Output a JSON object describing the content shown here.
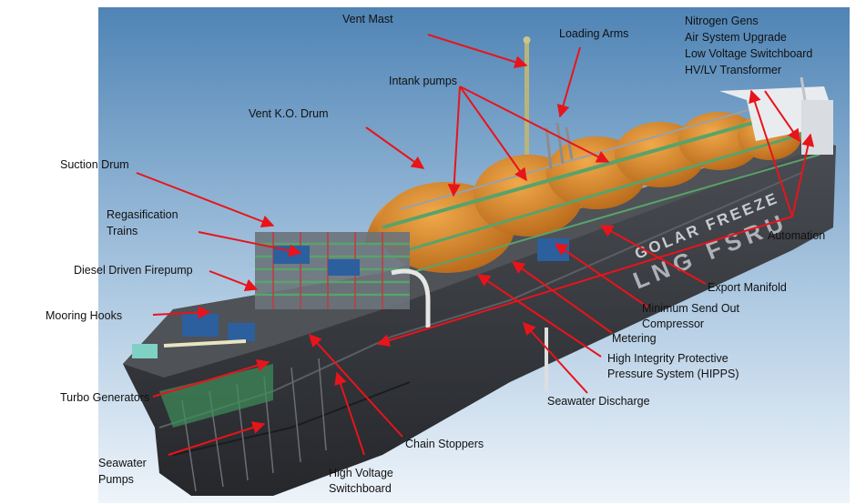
{
  "ship_name": "GOLAR FREEZE",
  "ship_name_2": "LNG FSRU",
  "colors": {
    "arrow": "#e8141b",
    "hull": "#34363b",
    "tanks": "#d9892b",
    "pipework": "#58a36a",
    "sky_top": "#4f84b5",
    "sky_bottom": "#eef4fa"
  },
  "labels": {
    "vent_mast": "Vent Mast",
    "loading_arms": "Loading Arms",
    "ship_systems": "Nitrogen Gens\nAir System Upgrade\nLow Voltage Switchboard\nHV/LV Transformer",
    "intank_pumps": "Intank pumps",
    "vent_ko_drum": "Vent K.O. Drum",
    "suction_drum": "Suction Drum",
    "regas_trains": "Regasification\nTrains",
    "diesel_firepump": "Diesel Driven Firepump",
    "mooring_hooks": "Mooring Hooks",
    "turbo_generators": "Turbo Generators",
    "seawater_pumps": "Seawater\nPumps",
    "hv_switchboard": "High Voltage\nSwitchboard",
    "chain_stoppers": "Chain Stoppers",
    "seawater_discharge": "Seawater Discharge",
    "hipps": "High Integrity Protective\nPressure System (HIPPS)",
    "metering": "Metering",
    "min_sendout_compressor": "Minimum Send Out\nCompressor",
    "export_manifold": "Export Manifold",
    "automation": "Automation"
  }
}
